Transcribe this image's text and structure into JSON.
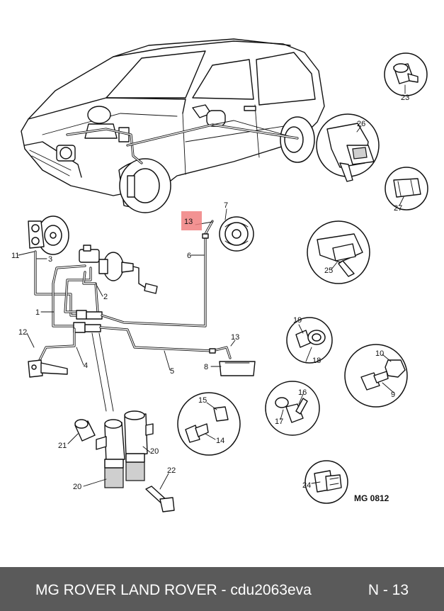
{
  "diagram": {
    "code": "MG 0812",
    "highlighted_callout": "13",
    "callouts": [
      "1",
      "2",
      "3",
      "4",
      "5",
      "6",
      "7",
      "8",
      "9",
      "10",
      "11",
      "12",
      "13",
      "13",
      "14",
      "15",
      "16",
      "17",
      "18",
      "19",
      "20",
      "20",
      "21",
      "22",
      "23",
      "24",
      "25",
      "26",
      "27"
    ],
    "highlight_color": "#f08080"
  },
  "footer": {
    "source": "MG ROVER LAND ROVER - cdu2063eva",
    "page": "N - 13",
    "background": "#5a5a5a"
  }
}
